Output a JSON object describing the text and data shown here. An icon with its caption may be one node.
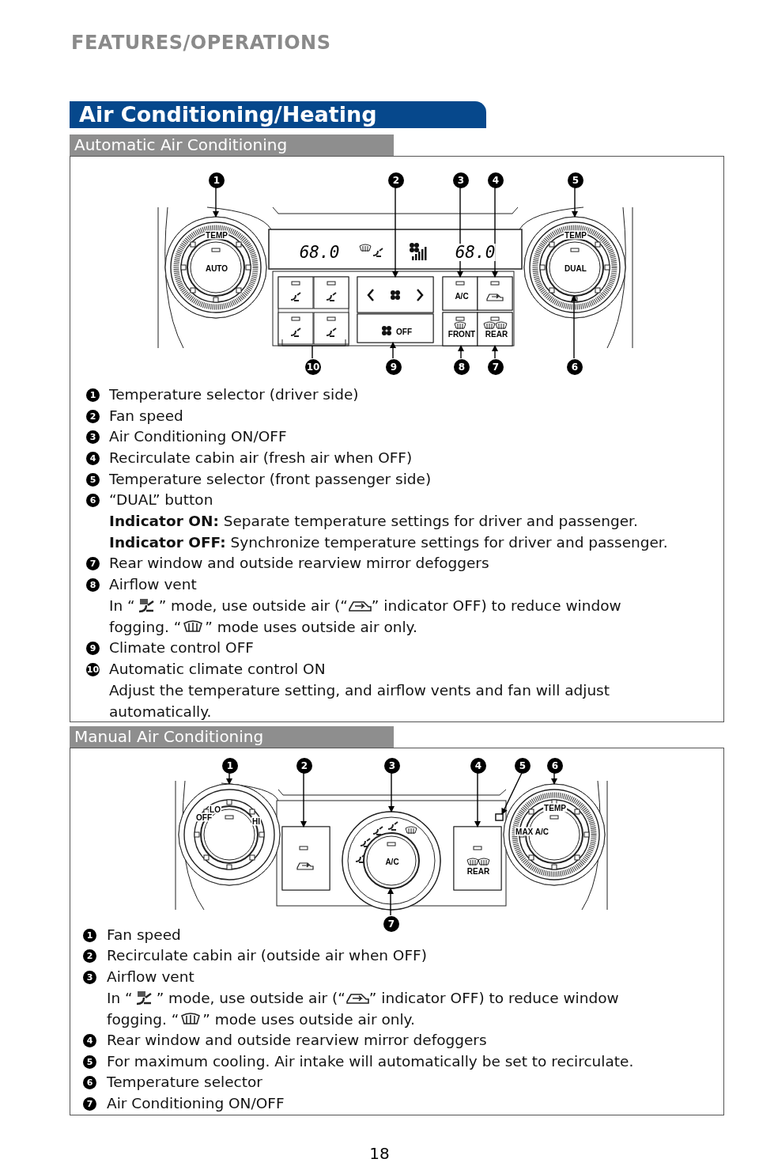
{
  "diagram": {
    "title": "Air Conditioning/Heating",
    "nodes": [
      {
        "text": [
          "Automatic Air Conditioning"
        ]
      },
      {
        "text": [
          "1"
        ],
        "in": 0
      },
      {
        "text": [
          "2"
        ],
        "in": 0
      },
      {
        "text": [
          "3"
        ],
        "in": 0
      },
      {
        "text": [
          "4"
        ],
        "in": 0
      },
      {
        "text": [
          "5"
        ],
        "in": 0
      },
      {
        "text": [
          "10"
        ],
        "in": 0
      },
      {
        "text": [
          "9"
        ],
        "in": 0
      },
      {
        "text": [
          "8"
        ],
        "in": 0
      },
      {
        "text": [
          "7"
        ],
        "in": 0
      },
      {
        "text": [
          "6"
        ],
        "in": 0
      },
      {
        "text": [],
        "shape": "circle",
        "in": 0
      },
      {
        "text": [],
        "shape": "box",
        "in": 0
      },
      {
        "text": [],
        "shape": "box",
        "in": 0
      },
      {
        "text": [],
        "shape": "box",
        "in": 0
      },
      {
        "text": [],
        "shape": "circle",
        "in": 0
      },
      {
        "text": [],
        "shape": "box",
        "in": 0
      },
      {
        "text": [],
        "shape": "box",
        "in": 0
      },
      {
        "text": [],
        "shape": "box",
        "in": 0
      },
      {
        "text": [],
        "shape": "box",
        "in": 0
      },
      {
        "text": [],
        "shape": "circle",
        "in": 15
      },
      {
        "text": [
          "Manual Air Conditioning"
        ]
      },
      {
        "text": [
          "1"
        ],
        "in": 21
      },
      {
        "text": [
          "2"
        ],
        "in": 21
      },
      {
        "text": [
          "3"
        ],
        "in": 21
      },
      {
        "text": [
          "4"
        ],
        "in": 21
      },
      {
        "text": [
          "5"
        ],
        "in": 21
      },
      {
        "text": [
          "6"
        ],
        "in": 21
      },
      {
        "text": [
          "7"
        ],
        "in": 21
      },
      {
        "text": [],
        "shape": "circle",
        "in": 21
      },
      {
        "text": [],
        "shape": "box",
        "in": 21
      },
      {
        "text": [],
        "shape": "circle",
        "in": 21
      },
      {
        "text": [],
        "shape": "box",
        "in": 21
      },
      {
        "text": [],
        "shape": "box",
        "in": 21
      },
      {
        "text": [],
        "shape": "circle",
        "in": 21
      },
      {
        "text": [],
        "shape": "circle",
        "in": 31
      }
    ],
    "edges": [
      {
        "from": 1,
        "to": 11,
        "arrow": "to"
      },
      {
        "from": 2,
        "to": 12,
        "arrow": "to"
      },
      {
        "from": 3,
        "to": 13,
        "arrow": "to"
      },
      {
        "from": 4,
        "to": 14,
        "arrow": "to"
      },
      {
        "from": 5,
        "to": 15,
        "arrow": "to"
      },
      {
        "from": 6,
        "to": 16,
        "arrow": "none"
      },
      {
        "from": 7,
        "to": 17,
        "arrow": "to"
      },
      {
        "from": 8,
        "to": 18,
        "arrow": "to"
      },
      {
        "from": 9,
        "to": 19,
        "arrow": "to"
      },
      {
        "from": 10,
        "to": 20,
        "arrow": "to"
      },
      {
        "from": 22,
        "to": 29,
        "arrow": "to"
      },
      {
        "from": 23,
        "to": 30,
        "arrow": "to"
      },
      {
        "from": 24,
        "to": 31,
        "arrow": "to"
      },
      {
        "from": 25,
        "to": 32,
        "arrow": "to"
      },
      {
        "from": 26,
        "to": 33,
        "arrow": "to"
      },
      {
        "from": 27,
        "to": 34,
        "arrow": "to"
      },
      {
        "from": 28,
        "to": 35,
        "arrow": "to"
      }
    ],
    "labels": [
      "FEATURES/OPERATIONS",
      "TEMP",
      "AUTO",
      "68.0",
      "68.0",
      "A/C",
      "OFF",
      "FRONT",
      "REAR",
      "TEMP",
      "DUAL",
      "1",
      "Temperature selector (driver side)",
      "2",
      "Fan speed",
      "3",
      "Air Conditioning ON/OFF",
      "4",
      "Recirculate cabin air (fresh air when OFF)",
      "5",
      "Temperature selector (front passenger side)",
      "6",
      "“DUAL” button",
      "**Indicator ON:** Separate temperature settings for driver and passenger.",
      "**Indicator OFF:** Synchronize temperature settings for driver and passenger.",
      "7",
      "Rear window and outside rearview mirror defoggers",
      "8",
      "Airflow vent",
      "In “",
      "” mode, use outside air (“",
      "” indicator OFF) to reduce window fogging. “",
      "” mode uses outside air only.",
      "9",
      "Climate control OFF",
      "10",
      "Automatic climate control ON",
      "Adjust the temperature setting, and airflow vents and fan will adjust automatically.",
      "OFF",
      "LO",
      "HI",
      "A/C",
      "REAR",
      "MAX A/C",
      "TEMP",
      "1",
      "Fan speed",
      "2",
      "Recirculate cabin air (outside air when OFF)",
      "3",
      "Airflow vent",
      "In “",
      "” mode, use outside air (“",
      "” indicator OFF) to reduce window fogging. “",
      "” mode uses outside air only.",
      "4",
      "Rear window and outside rearview mirror defoggers",
      "5",
      "For maximum cooling. Air intake will automatically be set to recirculate.",
      "6",
      "Temperature selector",
      "7",
      "Air Conditioning ON/OFF",
      "18"
    ]
  }
}
